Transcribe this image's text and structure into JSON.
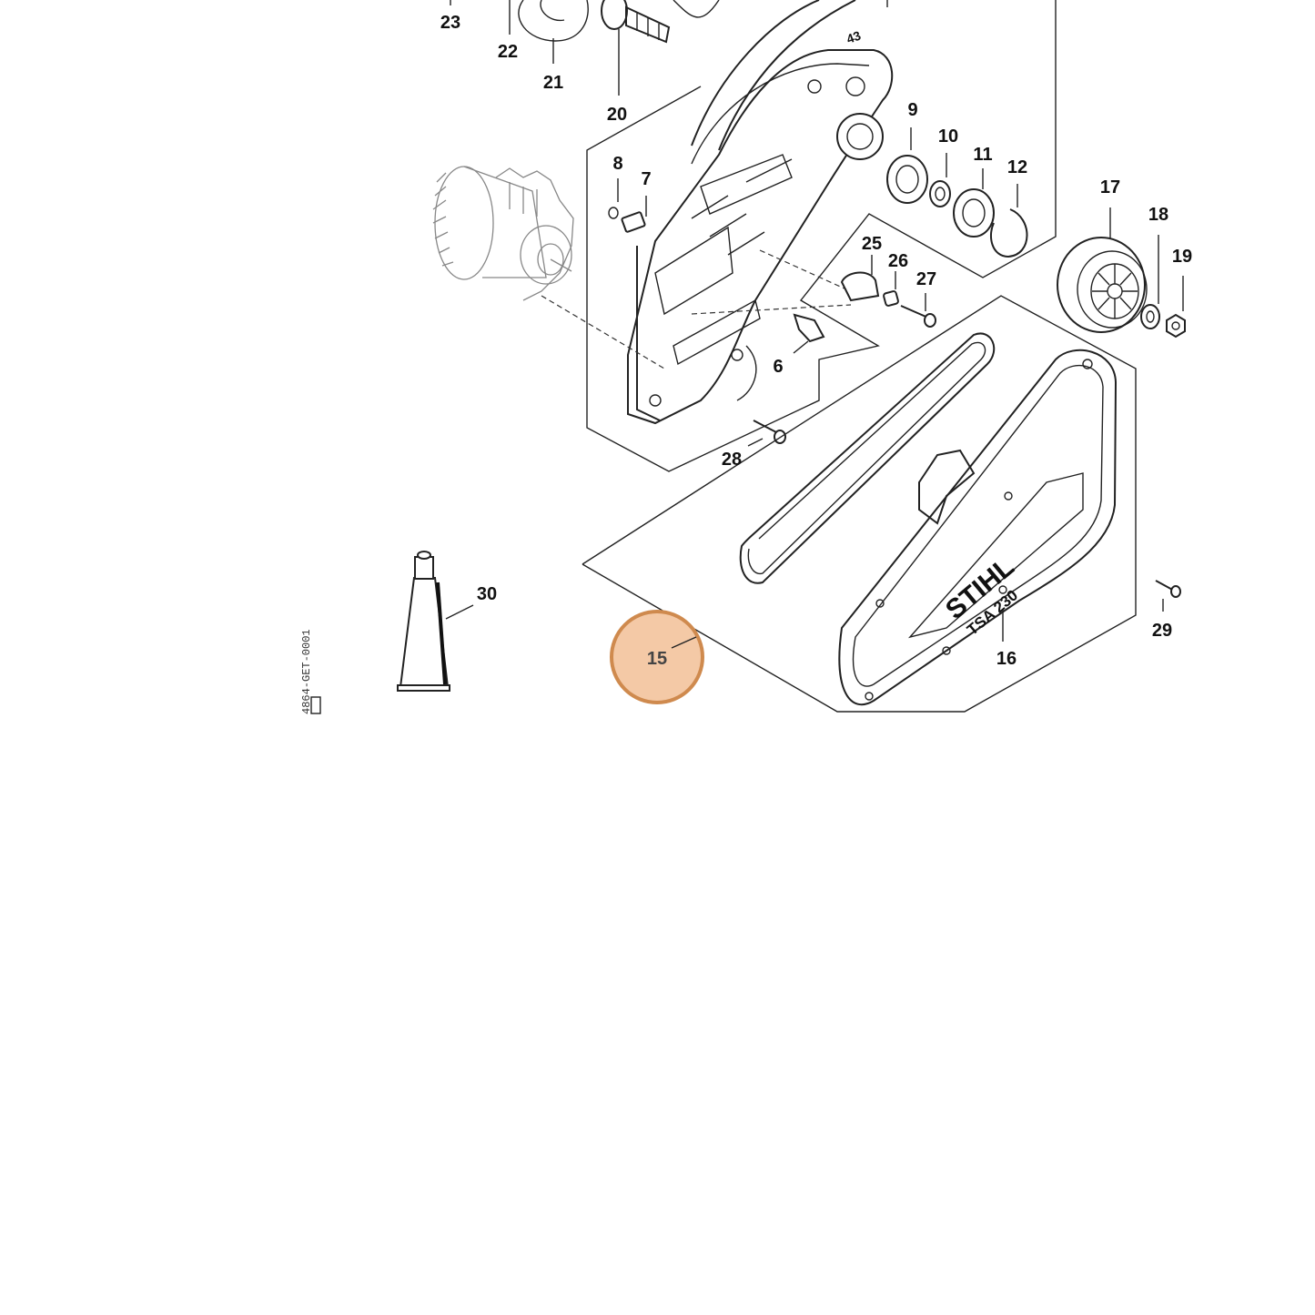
{
  "diagram": {
    "labels": {
      "p6": "6",
      "p7": "7",
      "p8": "8",
      "p9": "9",
      "p10": "10",
      "p11": "11",
      "p12": "12",
      "p16": "16",
      "p17": "17",
      "p18": "18",
      "p19": "19",
      "p20": "20",
      "p21": "21",
      "p22": "22",
      "p23": "23",
      "p25": "25",
      "p26": "26",
      "p27": "27",
      "p28": "28",
      "p29": "29",
      "p30": "30"
    },
    "hotspot": {
      "label": "15",
      "fill": "#f4c9a6",
      "stroke": "#cf8a4e"
    },
    "logo": {
      "brand": "STIHL",
      "model": "TSA 230"
    },
    "reference_code": "4864-GET-0001"
  }
}
